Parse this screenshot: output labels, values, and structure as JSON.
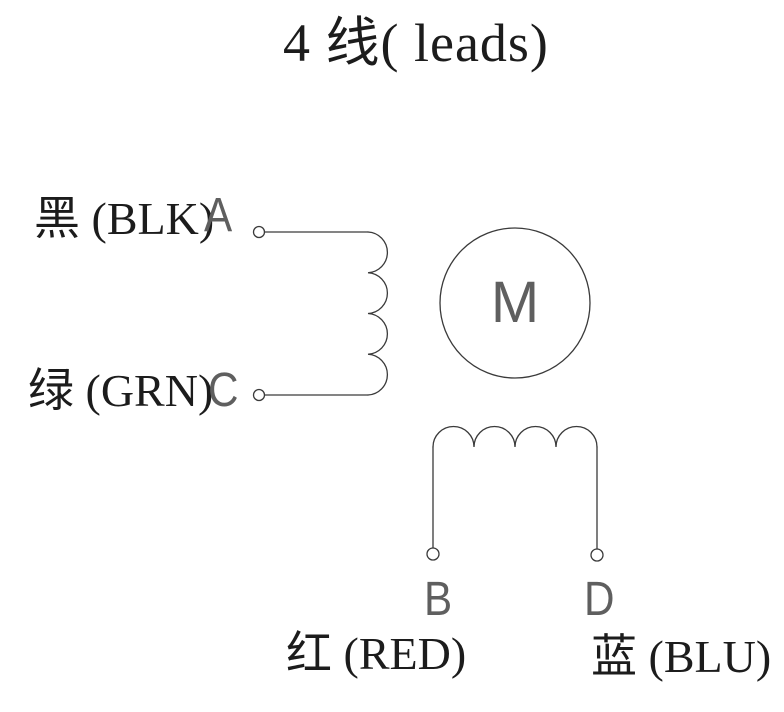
{
  "title": "4 线( leads)",
  "motor": {
    "label": "M"
  },
  "phase_ac": {
    "lead_a": {
      "color_label": "黑 (BLK)",
      "terminal": "A"
    },
    "lead_c": {
      "color_label": "绿 (GRN)",
      "terminal": "C"
    }
  },
  "phase_bd": {
    "lead_b": {
      "color_label": "红 (RED)",
      "terminal": "B"
    },
    "lead_d": {
      "color_label": "蓝 (BLU)",
      "terminal": "D"
    }
  },
  "colors": {
    "stroke": "#3a3a3a",
    "text": "#1c1c1c",
    "terminal_letter": "#5f5f5f",
    "background": "#ffffff"
  }
}
